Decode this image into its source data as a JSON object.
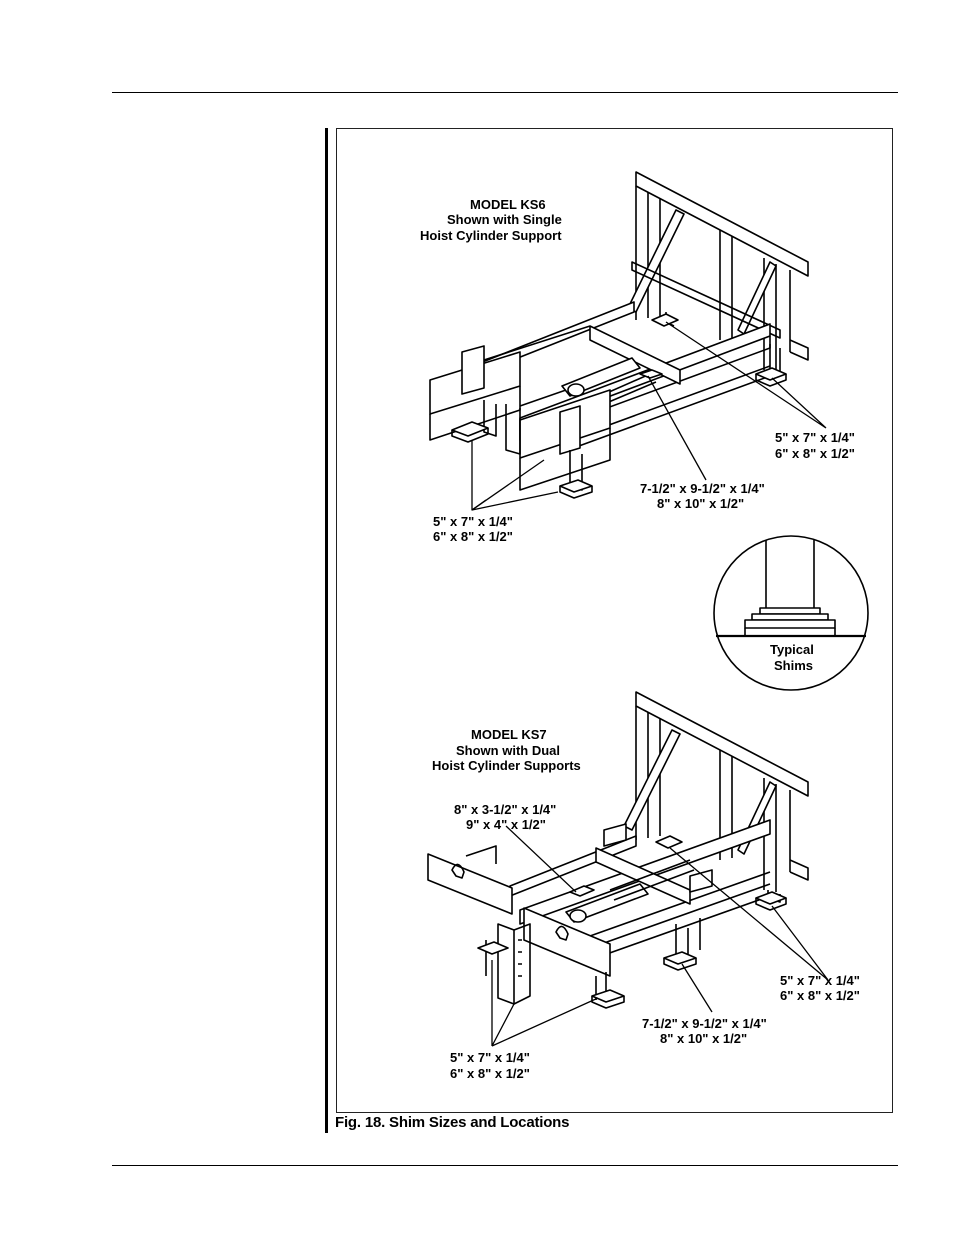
{
  "figure": {
    "caption": "Fig. 18. Shim Sizes and Locations",
    "ks6": {
      "title": "MODEL KS6",
      "subtitle_1": "Shown with Single",
      "subtitle_2": "Hoist Cylinder Support",
      "rear_shims_1": "5\" x 7\" x 1/4\"",
      "rear_shims_2": "6\" x 8\" x 1/2\"",
      "center_shims_1": "7-1/2\" x 9-1/2\" x 1/4\"",
      "center_shims_2": "8\" x 10\" x 1/2\"",
      "front_shims_1": "5\" x 7\" x 1/4\"",
      "front_shims_2": "6\" x 8\" x 1/2\""
    },
    "detail": {
      "label_1": "Typical",
      "label_2": "Shims"
    },
    "ks7": {
      "title": "MODEL KS7",
      "subtitle_1": "Shown with Dual",
      "subtitle_2": "Hoist Cylinder Supports",
      "cyl_shims_1": "8\" x 3-1/2\" x 1/4\"",
      "cyl_shims_2": "9\" x 4\" x 1/2\"",
      "rear_shims_1": "5\" x 7\" x 1/4\"",
      "rear_shims_2": "6\" x 8\" x 1/2\"",
      "center_shims_1": "7-1/2\" x 9-1/2\" x 1/4\"",
      "center_shims_2": "8\" x 10\" x 1/2\"",
      "front_shims_1": "5\" x 7\" x 1/4\"",
      "front_shims_2": "6\" x 8\" x 1/2\""
    }
  }
}
